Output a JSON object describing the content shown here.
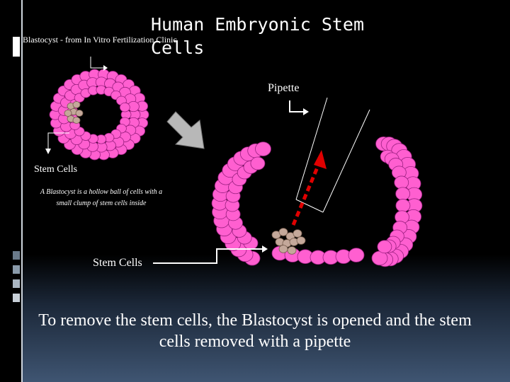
{
  "title": "Human Embryonic Stem Cells",
  "blastocyst_caption": "Blastocyst - from In Vitro Fertilization Clinic",
  "pipette_label": "Pipette",
  "stem_cells_label_small": "Stem Cells",
  "stem_cells_label_large": "Stem Cells",
  "blastocyst_note": "A Blastocyst is a hollow ball of cells with a small clump of stem cells inside",
  "main_caption": "To remove the stem cells, the Blastocyst is opened and the stem cells removed with a pipette",
  "colors": {
    "cell_pink": "#ff5fd0",
    "stem_cell_tan": "#c4a89a",
    "arrow_red": "#e00000",
    "arrow_gray": "#b8b8b8"
  }
}
